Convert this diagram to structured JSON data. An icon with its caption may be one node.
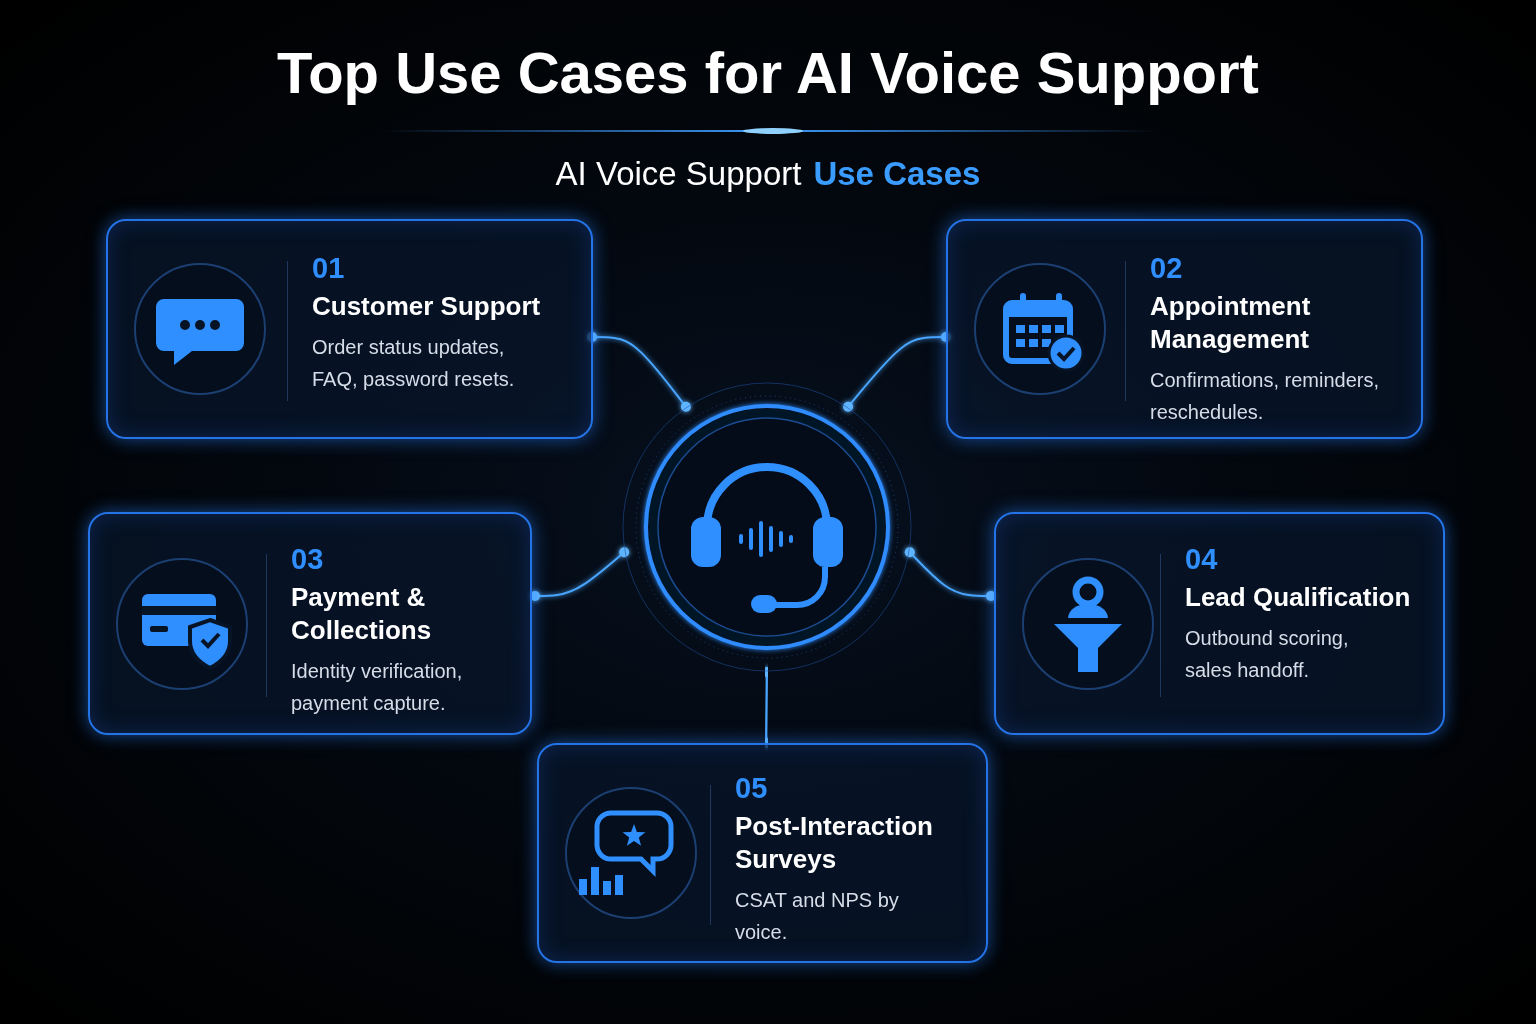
{
  "diagram": {
    "title": "Top Use Cases for AI Voice Support",
    "nodes": [
      {
        "text": [],
        "shape": "circle"
      },
      {
        "text": [
          "01",
          "Customer Support",
          "Order status updates, FAQ, password resets."
        ]
      },
      {
        "text": [
          "02",
          "Appointment Management",
          "Confirmations, reminders, reschedules."
        ]
      },
      {
        "text": [
          "03",
          "Payment & Collections",
          "Identity verification, payment capture."
        ]
      },
      {
        "text": [
          "04",
          "Lead Qualification",
          "Outbound scoring, sales handoff."
        ]
      },
      {
        "text": [
          "05",
          "Post-Interaction Surveys",
          "CSAT and NPS by voice."
        ]
      }
    ],
    "edges": [
      {
        "from": 0,
        "to": 1,
        "arrow": "other"
      },
      {
        "from": 0,
        "to": 2,
        "arrow": "other"
      },
      {
        "from": 0,
        "to": 3,
        "arrow": "other"
      },
      {
        "from": 0,
        "to": 4,
        "arrow": "other"
      },
      {
        "from": 0,
        "to": 5,
        "arrow": "other"
      }
    ],
    "labels": [
      "AI Voice Support",
      "Use Cases"
    ]
  }
}
